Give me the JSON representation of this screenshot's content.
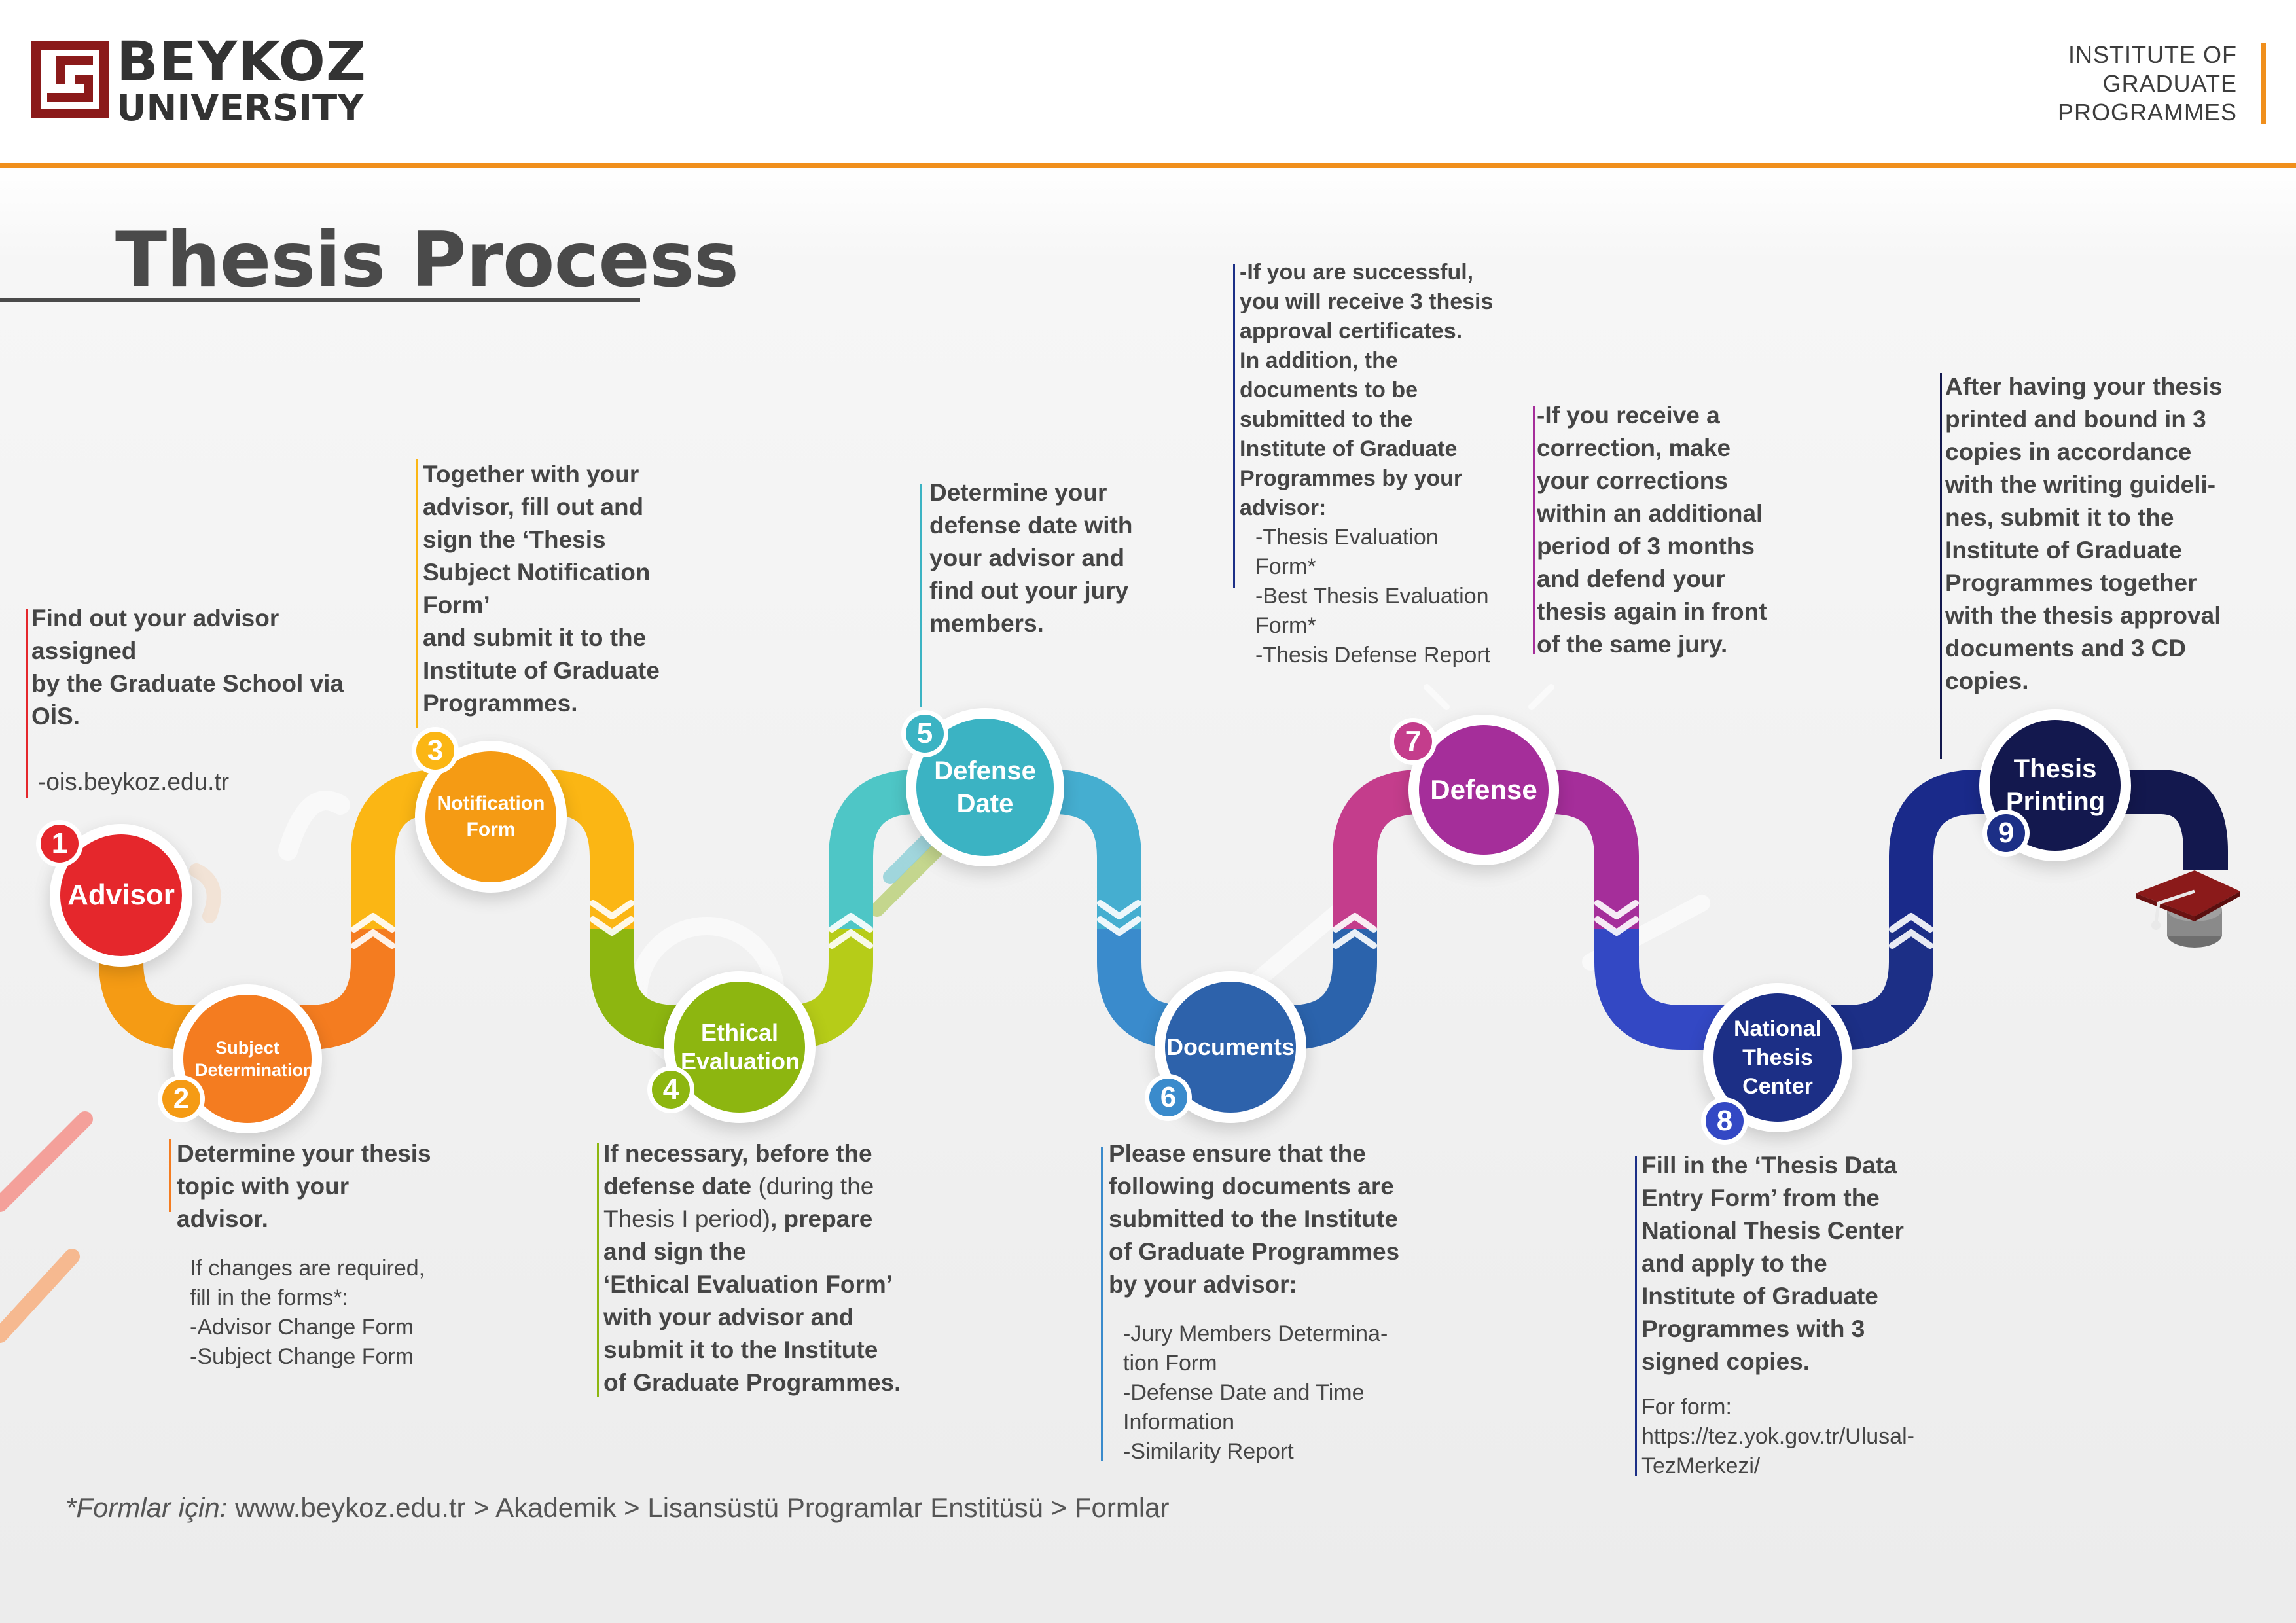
{
  "header": {
    "logo_line1": "BEYKOZ",
    "logo_line2": "UNIVERSITY",
    "institute": [
      "INSTITUTE OF",
      "GRADUATE",
      "PROGRAMMES"
    ]
  },
  "title": "Thesis Process",
  "colors": {
    "accent": "#f08f1c",
    "logo": "#8b1a1a",
    "step1": "#e5272c",
    "step2": "#f47c20",
    "step3": "#fbb614",
    "step4": "#8db610",
    "step5": "#3bb3c3",
    "step6": "#2d62ab",
    "step7": "#a52e9a",
    "step8": "#1c2f86",
    "step9": "#13184e"
  },
  "steps": [
    {
      "num": "1",
      "label": "Advisor",
      "icon": "advisor-icon"
    },
    {
      "num": "2",
      "label": "Subject Determination"
    },
    {
      "num": "3",
      "label": "Notification Form"
    },
    {
      "num": "4",
      "label": "Ethical Evaluation"
    },
    {
      "num": "5",
      "label": "Defense Date"
    },
    {
      "num": "6",
      "label": "Documents"
    },
    {
      "num": "7",
      "label": "Defense"
    },
    {
      "num": "8",
      "label": "National Thesis Center"
    },
    {
      "num": "9",
      "label": "Thesis Printing"
    }
  ],
  "texts": {
    "s1": [
      "Find out your advisor",
      "assigned",
      "by the Graduate School via",
      "OİS."
    ],
    "s1_link": "-ois.beykoz.edu.tr",
    "s2": [
      "Determine your thesis",
      "topic with your",
      "advisor."
    ],
    "s2_small": [
      "If changes are required,",
      "fill in the forms*:",
      "-Advisor Change Form",
      "-Subject Change Form"
    ],
    "s3": [
      "Together with your",
      "advisor, fill out and",
      "sign the ‘Thesis",
      "Subject Notification",
      "Form’",
      "and submit it to the",
      "Institute of Graduate",
      "Programmes."
    ],
    "s4_l1": "If necessary, before the",
    "s4_l2a": "defense date",
    "s4_l2b": " (during the",
    "s4_l3a": "Thesis I period)",
    "s4_l3b": ", prepare",
    "s4_rest": [
      "and sign the",
      "‘Ethical Evaluation Form’",
      "with your advisor and",
      "submit it to the Institute",
      "of Graduate Programmes."
    ],
    "s5": [
      "Determine your",
      "defense date with",
      "your advisor and",
      "find out your jury",
      "members."
    ],
    "s6": [
      "Please ensure that the",
      "following documents are",
      "submitted to the Institute",
      "of Graduate Programmes",
      "by your advisor:"
    ],
    "s6_small": [
      "-Jury Members Determina-",
      "tion Form",
      "-Defense Date and Time",
      "Information",
      "-Similarity Report"
    ],
    "s7_bold": [
      "-If you are successful,",
      "you will receive 3 thesis",
      "approval certificates.",
      "In addition, the",
      "documents to be",
      "submitted to the",
      "Institute of Graduate",
      "Programmes by your",
      "advisor:"
    ],
    "s7_small": [
      "-Thesis Evaluation",
      "Form*",
      "-Best Thesis Evaluation",
      "Form*",
      "-Thesis Defense Report"
    ],
    "s7b": [
      "-If you receive a",
      "correction, make",
      "your corrections",
      "within an additional",
      "period of 3 months",
      "and defend your",
      "thesis again in front",
      "of the same jury."
    ],
    "s8": [
      "Fill in the ‘Thesis Data",
      "Entry Form’ from the",
      "National Thesis Center",
      "and apply to the",
      "Institute of Graduate",
      "Programmes with 3",
      "signed copies."
    ],
    "s8_small": [
      "For form:",
      "https://tez.yok.gov.tr/Ulusal-",
      "TezMerkezi/"
    ],
    "s9": [
      "After having your thesis",
      "printed and bound in 3",
      "copies in accordance",
      "with the writing guideli-",
      "nes, submit it to the",
      "Institute of Graduate",
      "Programmes together",
      "with the thesis approval",
      "documents and 3 CD",
      "copies."
    ]
  },
  "footer": {
    "italic": "*Formlar için:",
    "rest": " www.beykoz.edu.tr > Akademik > Lisansüstü Programlar Enstitüsü > Formlar"
  }
}
